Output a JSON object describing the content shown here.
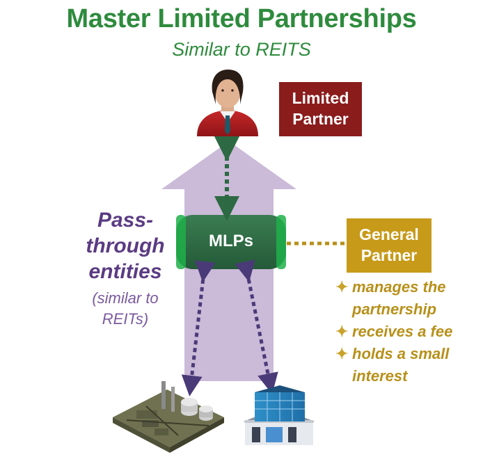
{
  "title": "Master Limited Partnerships",
  "subtitle": "Similar to REITS",
  "limited_partner": {
    "line1": "Limited",
    "line2": "Partner"
  },
  "general_partner": {
    "line1": "General",
    "line2": "Partner"
  },
  "mlp_label": "MLPs",
  "pass_through": {
    "line1": "Pass-",
    "line2": "through",
    "line3": "entities"
  },
  "pass_through_note": {
    "line1": "(similar to",
    "line2": "REITs)"
  },
  "gp_roles": [
    {
      "line1": "manages the",
      "line2": "partnership"
    },
    {
      "line1": "receives a fee"
    },
    {
      "line1": "holds a small",
      "line2": "interest"
    }
  ],
  "colors": {
    "title": "#2e8b3d",
    "limited_partner_box": "#8b1c1c",
    "general_partner_box": "#c79a1a",
    "mlp_pill": "#2f6b44",
    "arrow": "#cbbad8",
    "pass_through_text": "#5b3b83",
    "connector_lp": "#2d6a43",
    "connector_gp": "#b8901a",
    "connector_assets": "#4a3a78"
  },
  "icons": [
    "person-icon",
    "refinery-icon",
    "office-building-icon",
    "star-bullet-icon"
  ]
}
